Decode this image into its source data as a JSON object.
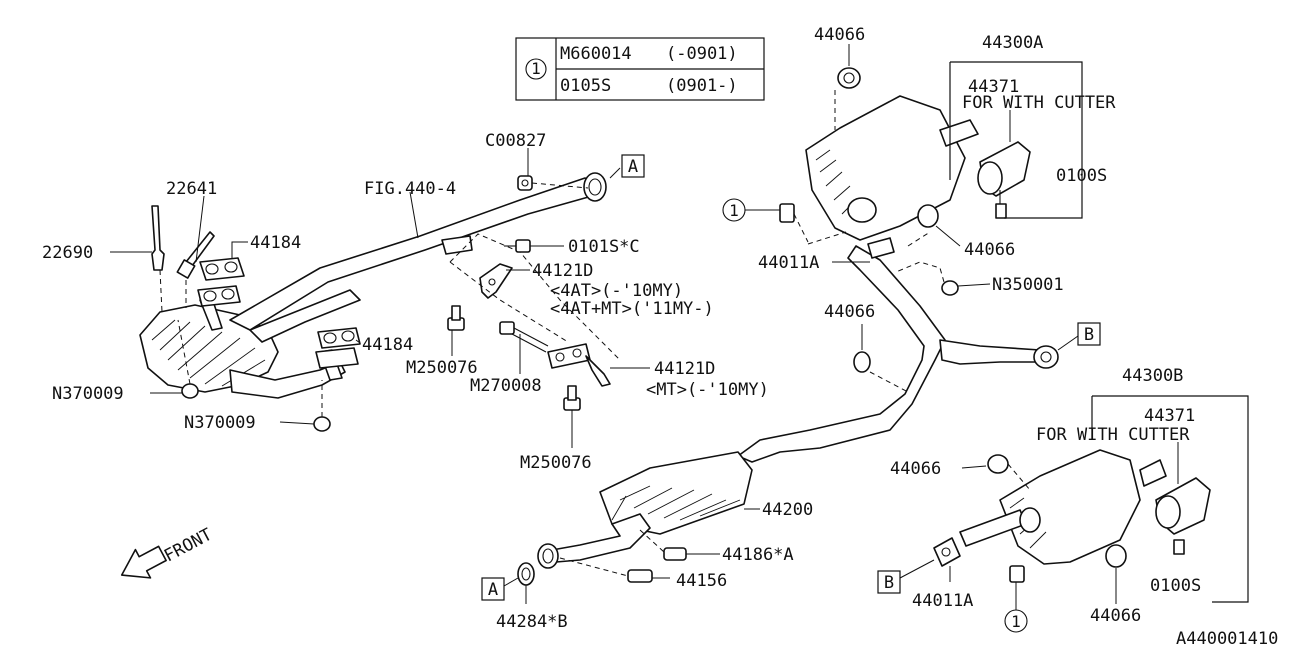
{
  "table": {
    "ref_mark": "1",
    "rows": [
      {
        "part": "M660014",
        "range": "(-0901)"
      },
      {
        "part": "0105S",
        "range": "(0901-)"
      }
    ]
  },
  "markers": {
    "a": "A",
    "b": "B",
    "one": "1"
  },
  "labels": {
    "c00827": "C00827",
    "fig4404": "FIG.440-4",
    "p22641": "22641",
    "p22690": "22690",
    "p44184_top": "44184",
    "p44184_mid": "44184",
    "n370009_a": "N370009",
    "n370009_b": "N370009",
    "m250076_a": "M250076",
    "m270008": "M270008",
    "m250076_b": "M250076",
    "p0101s": "0101S*C",
    "p44121d_a": "44121D",
    "note_4at": "<4AT>(-'10MY)",
    "note_4atmt": "<4AT+MT>('11MY-)",
    "p44121d_b": "44121D",
    "note_mt": "<MT>(-'10MY)",
    "p44066_top": "44066",
    "p44300a": "44300A",
    "p44371_a": "44371",
    "cutter_a": "FOR WITH CUTTER",
    "p0100s_a": "0100S",
    "p44066_right": "44066",
    "p44011a_a": "44011A",
    "n350001": "N350001",
    "p44066_mid": "44066",
    "p44300b": "44300B",
    "p44371_b": "44371",
    "cutter_b": "FOR WITH CUTTER",
    "p44066_low": "44066",
    "p44200": "44200",
    "p44186a": "44186*A",
    "p44156": "44156",
    "p44284b": "44284*B",
    "p44011a_b": "44011A",
    "p44066_bot": "44066",
    "p0100s_b": "0100S",
    "front": "FRONT",
    "drawing_no": "A440001410"
  },
  "icons": [
    "front-arrow-icon",
    "ref-circle-icon"
  ]
}
